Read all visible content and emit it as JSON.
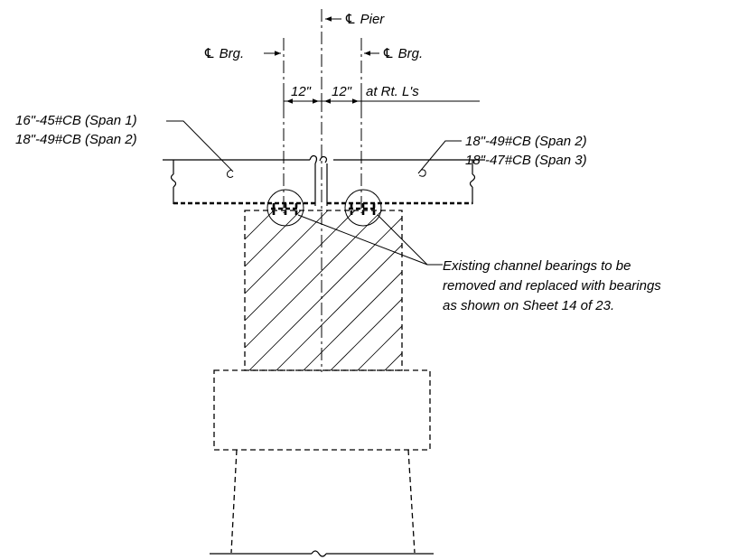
{
  "labels": {
    "cl_pier": "℄ Pier",
    "cl_brg_left": "℄ Brg.",
    "cl_brg_right": "℄ Brg.",
    "dim_left": "12\"",
    "dim_right": "12\"",
    "dim_note": "at Rt. L's",
    "beam_left_1": "16\"-45#CB (Span 1)",
    "beam_left_2": "18\"-49#CB (Span 2)",
    "beam_right_1": "18\"-49#CB (Span 2)",
    "beam_right_2": "18\"-47#CB (Span 3)",
    "note_1": "Existing channel bearings to be",
    "note_2": "removed and replaced with bearings",
    "note_3": "as shown on Sheet 14 of 23."
  }
}
